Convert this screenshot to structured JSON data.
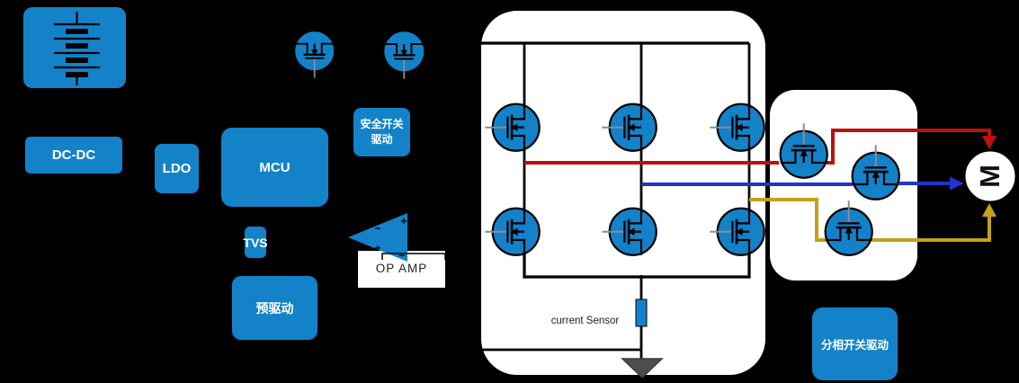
{
  "colors": {
    "background": "#000000",
    "node_blue": "#1482C8",
    "wire_red": "#BE1010",
    "wire_blue": "#2233CF",
    "wire_yellow": "#C3A118",
    "ground_gray": "#4D4D4D",
    "panel_white": "#FFFFFF"
  },
  "nodes": {
    "battery": {
      "icon": "battery-icon"
    },
    "dcdc": {
      "label": "DC-DC"
    },
    "ldo": {
      "label": "LDO"
    },
    "mcu": {
      "label": "MCU"
    },
    "tvs": {
      "label": "TVS"
    },
    "pre_driver": {
      "label": "预驱动"
    },
    "safety_switch_driver": {
      "label": "安全开关驱动"
    },
    "phase_switch_driver": {
      "label": "分相开关驱动"
    },
    "op_amp": {
      "label": "OP AMP",
      "plus_sign": "+",
      "minus_sign": "−"
    },
    "current_sensor": {
      "label": "current Sensor"
    },
    "motor": {
      "label": "M"
    }
  }
}
